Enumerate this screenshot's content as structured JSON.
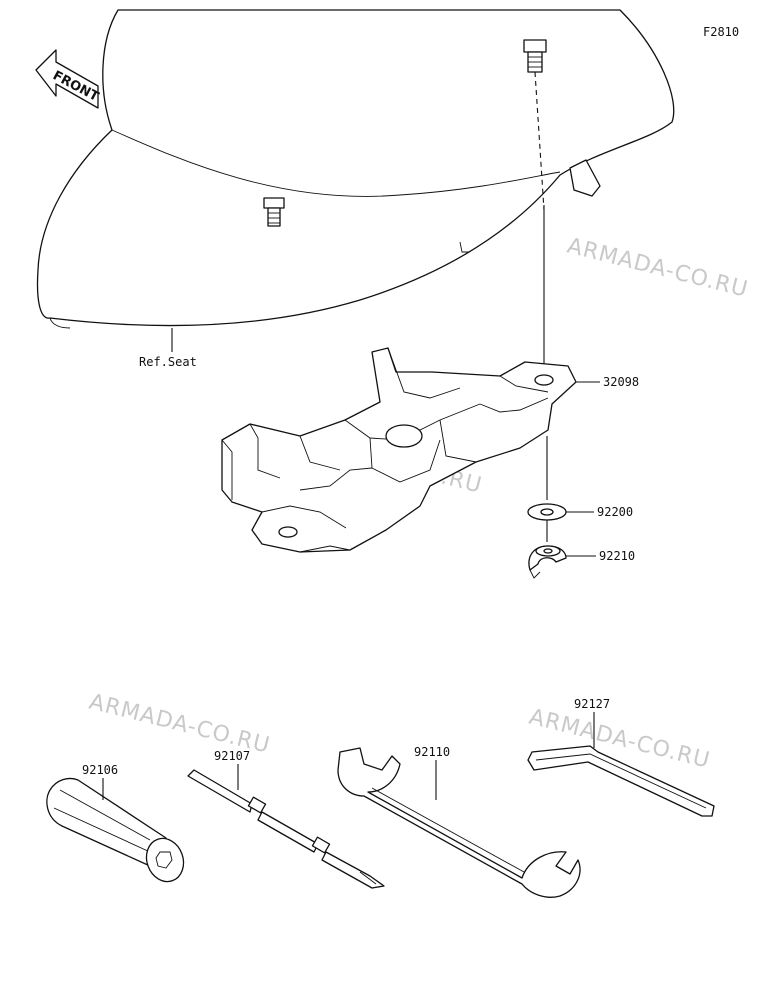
{
  "figure_code": "F2810",
  "front_label": "FRONT",
  "ref_label": "Ref.Seat",
  "watermark": "ARMADA-CO.RU",
  "parts": {
    "bracket": "32098",
    "washer": "92200",
    "nut": "92210",
    "wrench_pin": "92106",
    "screwdriver": "92107",
    "spanner": "92110",
    "hex_key": "92127"
  }
}
